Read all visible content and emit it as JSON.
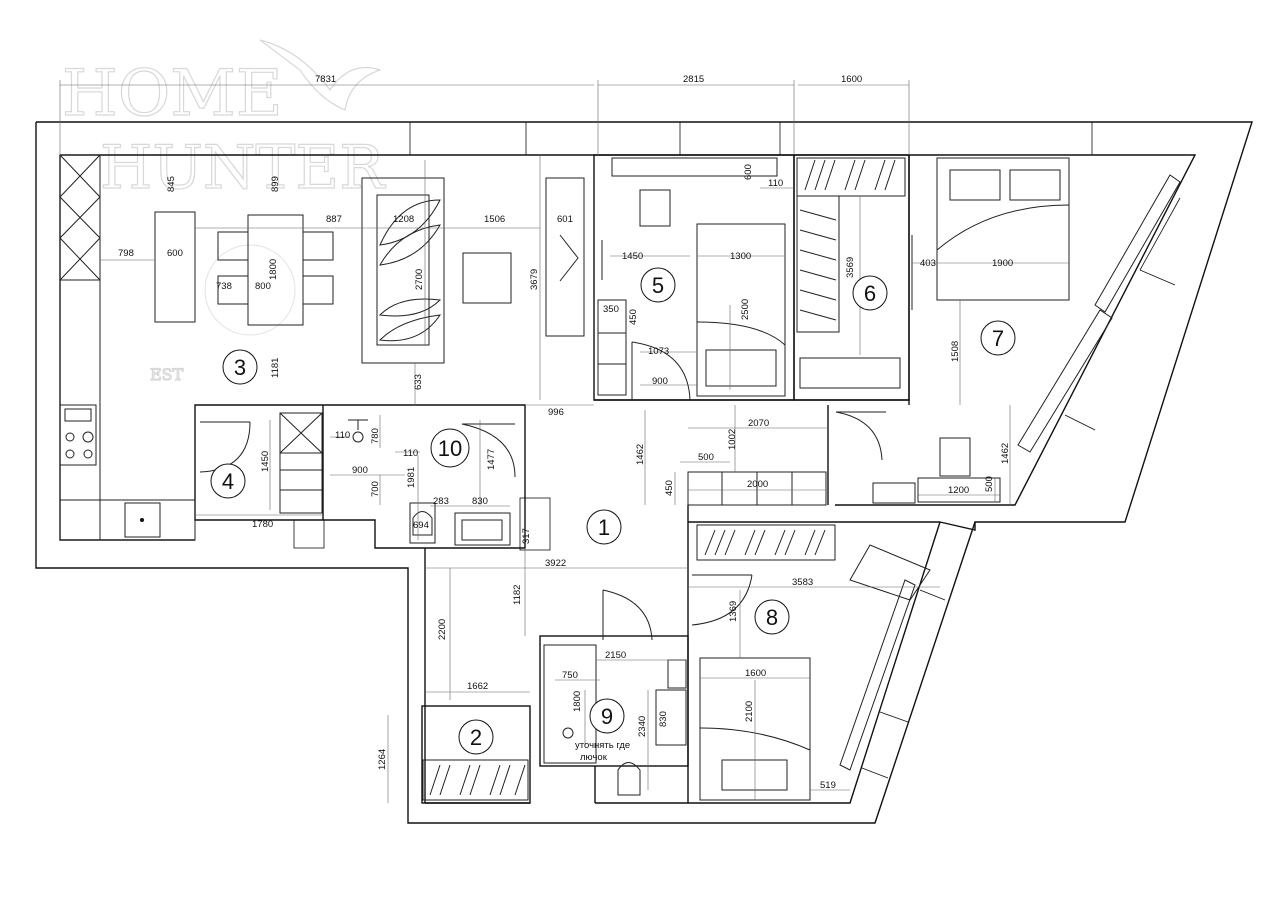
{
  "watermark": {
    "line1": "HOME",
    "line2": "HUNTER",
    "line3": "EST"
  },
  "rooms": [
    {
      "number": "1"
    },
    {
      "number": "2"
    },
    {
      "number": "3"
    },
    {
      "number": "4"
    },
    {
      "number": "5"
    },
    {
      "number": "6"
    },
    {
      "number": "7"
    },
    {
      "number": "8"
    },
    {
      "number": "9"
    },
    {
      "number": "10"
    }
  ],
  "dimensions": {
    "top_total": "7831",
    "top_mid": "2815",
    "top_right": "1600",
    "kitchen_h1": "845",
    "kitchen_h2": "899",
    "kitchen_w": "798",
    "table_w": "600",
    "dining_887": "887",
    "sofa_1208": "1208",
    "living_1506": "1506",
    "tv_601": "601",
    "sofa_2700": "2700",
    "living_3679": "3679",
    "dining_1800": "1800",
    "dining_1181": "1181",
    "dining_738": "738",
    "dining_800": "800",
    "r3_633": "633",
    "r5_600": "600",
    "r5_110": "110",
    "r5_1450": "1450",
    "r5_1300": "1300",
    "r5_350": "350",
    "r5_450": "450",
    "r5_2500": "2500",
    "r5_1073": "1073",
    "r5_900": "900",
    "r6_3569": "3569",
    "r7_403": "403",
    "r7_1900": "1900",
    "r7_1508": "1508",
    "hall_996": "996",
    "hall_2070": "2070",
    "hall_1002": "1002",
    "hall_1462a": "1462",
    "hall_500": "500",
    "hall_450": "450",
    "hall_2000": "2000",
    "r7_1462b": "1462",
    "r7_1200": "1200",
    "r7_500": "500",
    "r4_1450": "1450",
    "r4_1780": "1780",
    "r10_110a": "110",
    "r10_780": "780",
    "r10_110b": "110",
    "r10_900": "900",
    "r10_1477": "1477",
    "r10_1981": "1981",
    "r10_700": "700",
    "r10_283": "283",
    "r10_830": "830",
    "r10_694": "694",
    "r10_317": "317",
    "hall_3922": "3922",
    "hall_1182": "1182",
    "hall_2200": "2200",
    "hall_1662": "1662",
    "r2_1264": "1264",
    "r9_2150": "2150",
    "r9_750": "750",
    "r9_1800": "1800",
    "r9_2340": "2340",
    "r9_830": "830",
    "r8_3583": "3583",
    "r8_1369": "1369",
    "r8_1600": "1600",
    "r8_2100": "2100",
    "r8_519": "519"
  },
  "notes": {
    "r9_note_line1": "уточнять где",
    "r9_note_line2": "лючок"
  },
  "colors": {
    "lines": "#111111",
    "watermark": "#d4d4d4",
    "background": "#ffffff"
  }
}
